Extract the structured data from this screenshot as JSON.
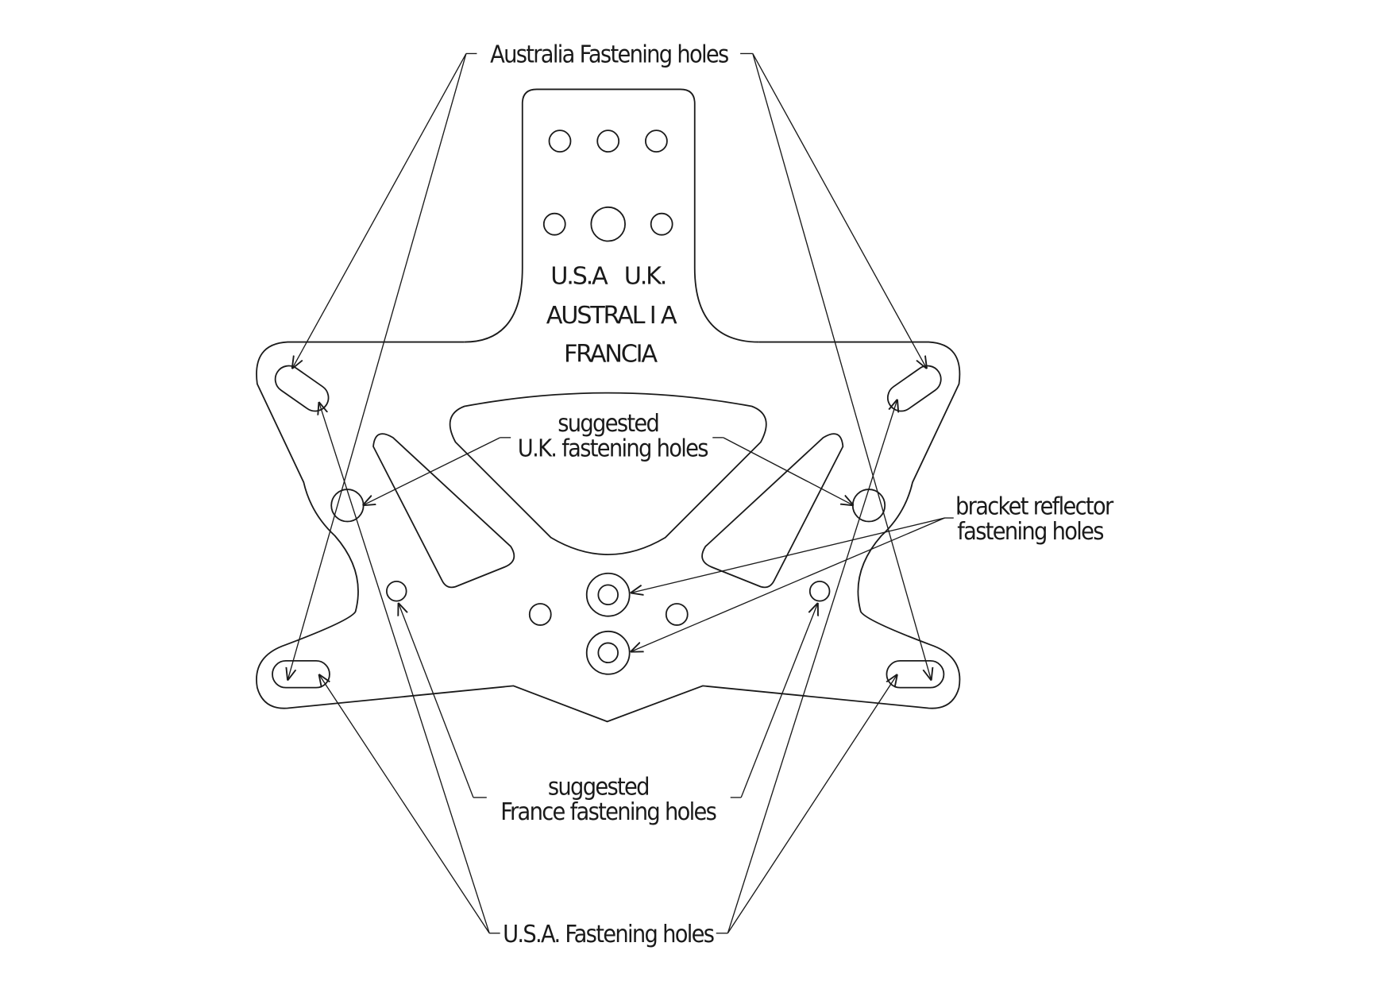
{
  "title": "License plate bracket fastening holes",
  "labels": {
    "australia": "Australia Fastening holes",
    "uk_line1": "suggested",
    "uk_line2": "U.K. fastening holes",
    "bracket_line1": "bracket reflector",
    "bracket_line2": "fastening holes",
    "france_line1": "suggested",
    "france_line2": "France fastening holes",
    "usa": "U.S.A. Fastening holes"
  },
  "plate_markings": {
    "line1": "U.S.A   U.K.",
    "line2": "AUSTRAL I A",
    "line3": "FRANCIA"
  },
  "colors": {
    "line": "#1a1a1a",
    "background": "#ffffff"
  }
}
